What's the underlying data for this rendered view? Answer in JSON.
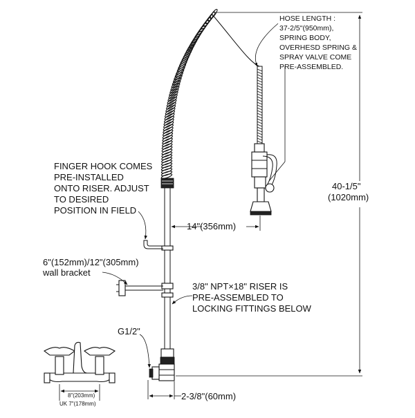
{
  "labels": {
    "hose": [
      "HOSE LENGTH :",
      "37-2/5\"(950mm),",
      "SPRING BODY,",
      "OVERHESD SPRING &",
      "SPRAY VALVE COME",
      "PRE-ASSEMBLED."
    ],
    "finger_hook": [
      "FINGER HOOK COMES",
      "PRE-INSTALLED",
      "ONTO RISER. ADJUST",
      "TO DESIRED",
      "POSITION IN FIELD"
    ],
    "wall_bracket": [
      "6\"(152mm)/12\"(305mm)",
      "wall bracket"
    ],
    "riser": [
      "3/8\" NPT×18\" RISER IS",
      "PRE-ASSEMBLED TO",
      "LOCKING FITTINGS BELOW"
    ],
    "inlet": "G1/2\""
  },
  "dimensions": {
    "height": [
      "40-1/5\"",
      "(1020mm)"
    ],
    "spray_reach": "14\"(356mm)",
    "offset": "2-3/8\"(60mm)",
    "faucet_centers": [
      "8\"(203mm)",
      "UK 7\"(178mm)"
    ]
  },
  "colors": {
    "line": "#111111",
    "background": "#ffffff"
  }
}
